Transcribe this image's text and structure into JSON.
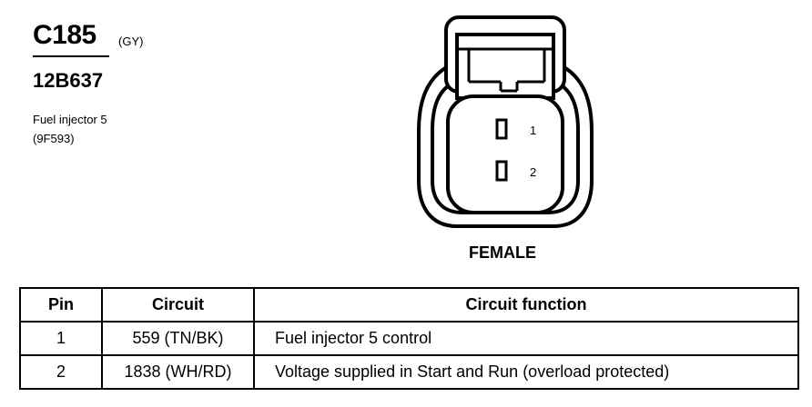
{
  "connector": {
    "id": "C185",
    "color_code": "(GY)",
    "part_number": "12B637",
    "description_line1": "Fuel injector 5",
    "description_line2": "(9F593)"
  },
  "diagram": {
    "pin_labels": [
      "1",
      "2"
    ],
    "gender": "FEMALE"
  },
  "table": {
    "headers": [
      "Pin",
      "Circuit",
      "Circuit function"
    ],
    "rows": [
      {
        "pin": "1",
        "circuit": "559 (TN/BK)",
        "function": "Fuel injector 5 control"
      },
      {
        "pin": "2",
        "circuit": "1838 (WH/RD)",
        "function": "Voltage supplied in Start and Run (overload protected)"
      }
    ]
  }
}
